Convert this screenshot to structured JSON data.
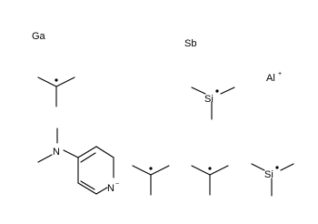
{
  "diagram": {
    "atoms": {
      "gallium": "Ga",
      "antimony": "Sb",
      "aluminium": {
        "symbol": "Al",
        "charge": "+"
      },
      "silicon_1": "Si",
      "silicon_2": "Si",
      "nitrogen_amine": "N",
      "nitrogen_ring": {
        "symbol": "N",
        "charge": "−"
      }
    },
    "fragments": [
      "gallium atom",
      "antimony atom",
      "aluminium cation",
      "isopropyl radical",
      "trimethylsilyl radical",
      "4-(dimethylamino)-2H-pyridin-1-ide",
      "isopropyl radical",
      "isopropyl radical",
      "trimethylsilyl radical"
    ],
    "colors": {
      "bond": "#000000",
      "background": "#ffffff"
    }
  }
}
